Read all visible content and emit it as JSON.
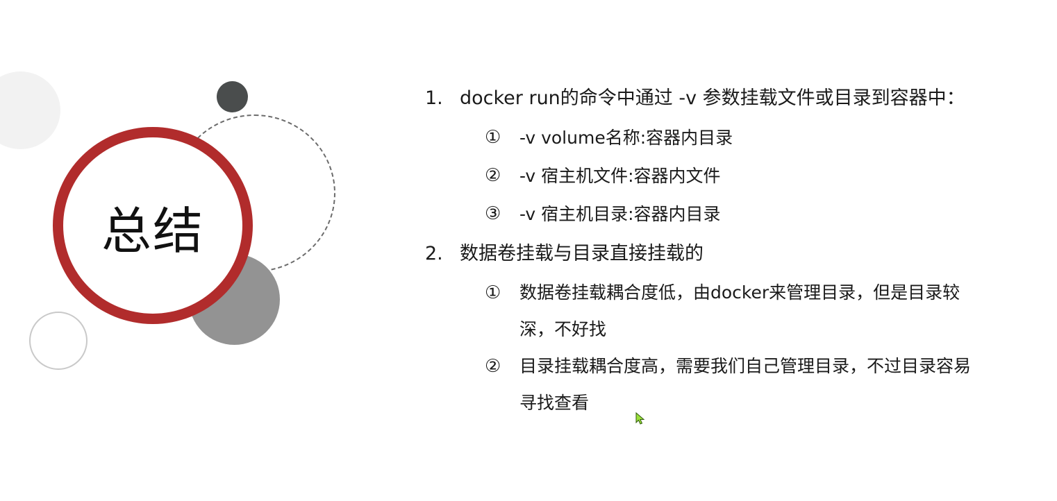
{
  "slide": {
    "title": "总结",
    "items": [
      {
        "number": "1.",
        "text": "docker run的命令中通过 -v 参数挂载文件或目录到容器中：",
        "subitems": [
          {
            "mark": "①",
            "text": "-v volume名称:容器内目录"
          },
          {
            "mark": "②",
            "text": "-v 宿主机文件:容器内文件"
          },
          {
            "mark": "③",
            "text": "-v 宿主机目录:容器内目录"
          }
        ]
      },
      {
        "number": "2.",
        "text": "数据卷挂载与目录直接挂载的",
        "subitems": [
          {
            "mark": "①",
            "text": "数据卷挂载耦合度低，由docker来管理目录，但是目录较深，不好找"
          },
          {
            "mark": "②",
            "text": "目录挂载耦合度高，需要我们自己管理目录，不过目录容易寻找查看"
          }
        ]
      }
    ]
  },
  "colors": {
    "ring": "#b12c2c",
    "dark_dot": "#4a4d4d",
    "gray_circle": "#939393",
    "cursor": "#9be03a"
  }
}
